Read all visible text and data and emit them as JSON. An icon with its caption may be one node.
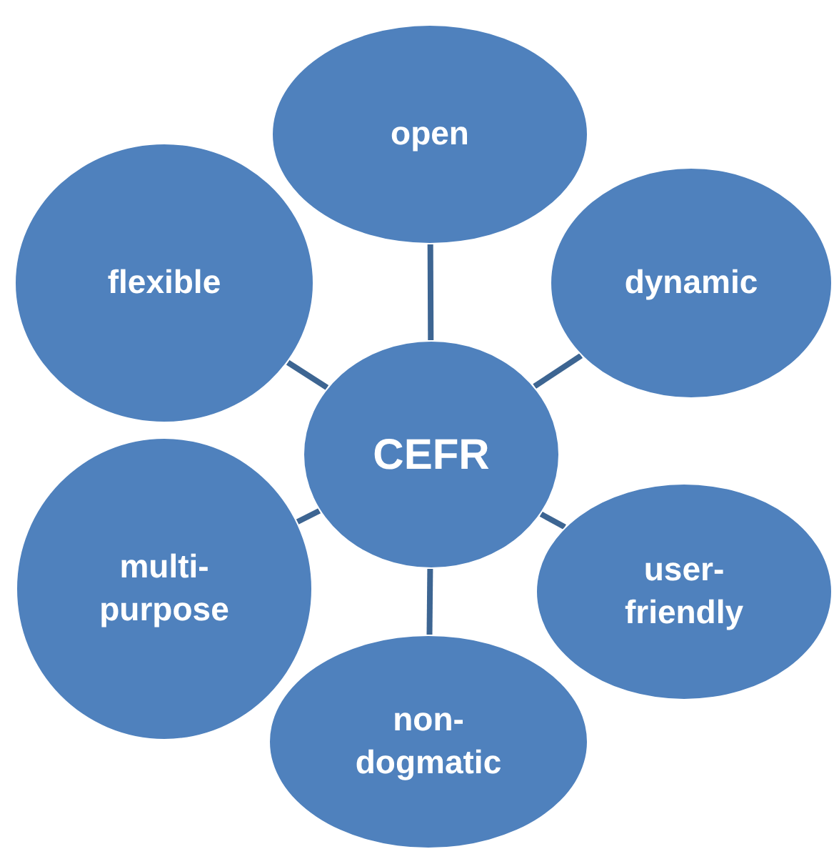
{
  "diagram": {
    "nodes": [
      {
        "text": [
          "open"
        ]
      },
      {
        "text": [
          "flexible"
        ]
      },
      {
        "text": [
          "dynamic"
        ]
      },
      {
        "text": [
          "CEFR"
        ]
      },
      {
        "text": [
          "multi- purpose"
        ]
      },
      {
        "text": [
          "user- friendly"
        ]
      },
      {
        "text": [
          "non- dogmatic"
        ]
      }
    ],
    "edges": [
      {
        "from": 3,
        "to": 0,
        "arrow": "none"
      },
      {
        "from": 3,
        "to": 2,
        "arrow": "none"
      },
      {
        "from": 3,
        "to": 5,
        "arrow": "none"
      },
      {
        "from": 3,
        "to": 6,
        "arrow": "none"
      },
      {
        "from": 3,
        "to": 4,
        "arrow": "none"
      },
      {
        "from": 3,
        "to": 1,
        "arrow": "none"
      }
    ]
  }
}
